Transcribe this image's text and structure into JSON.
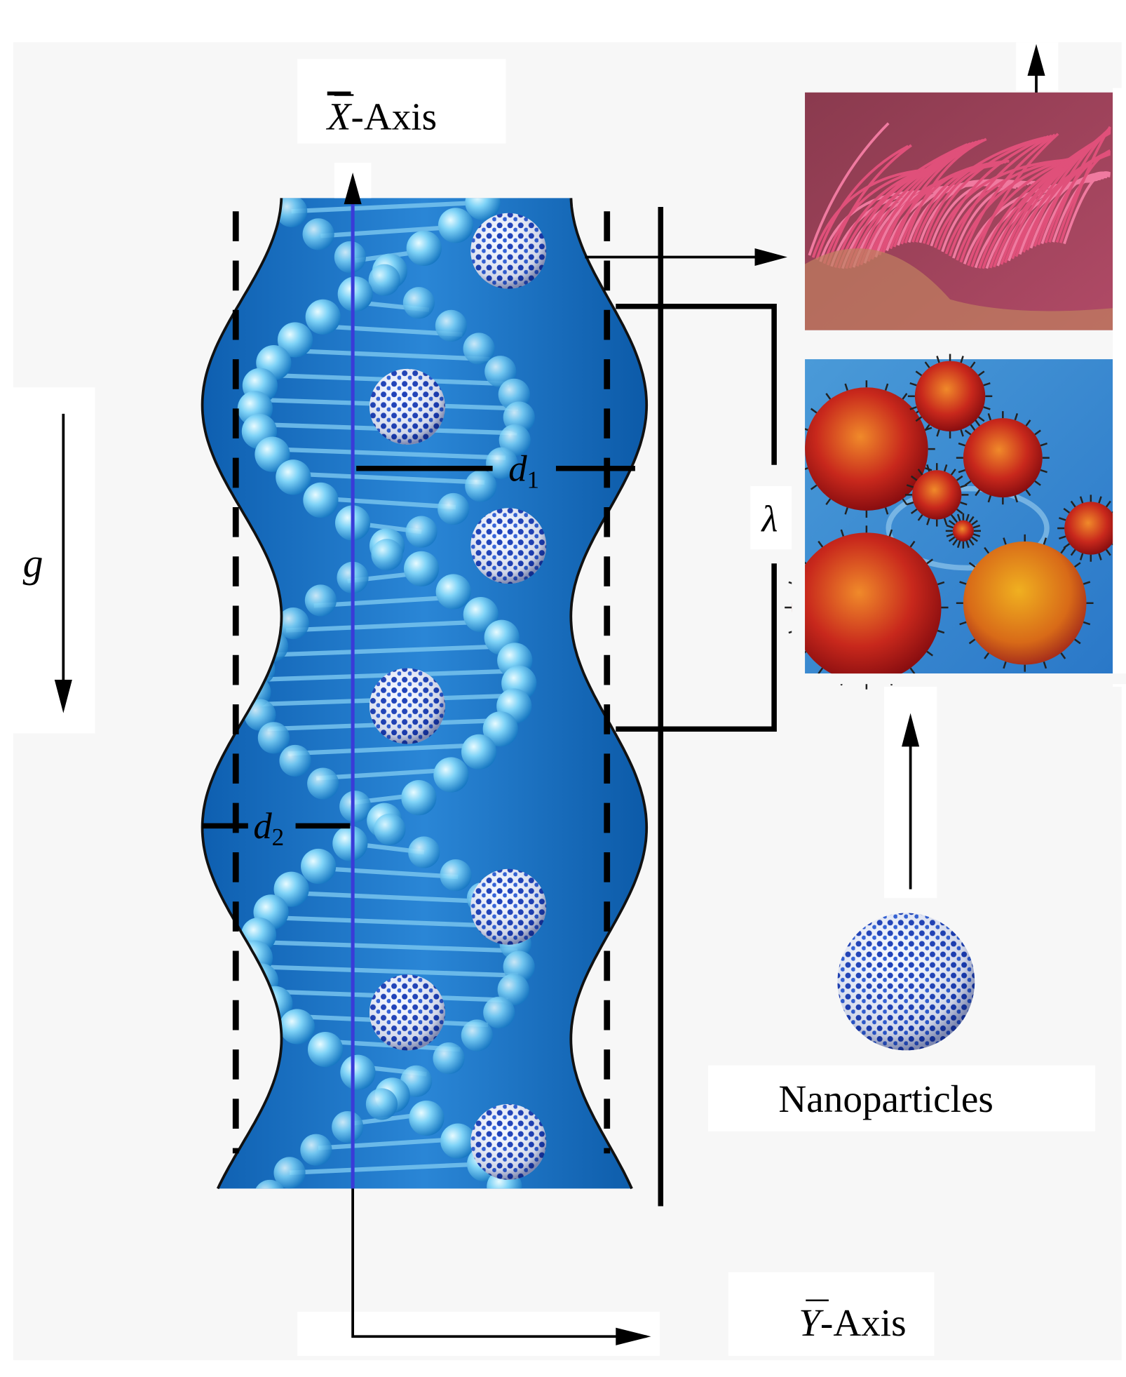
{
  "labels": {
    "x_axis_letter": "X",
    "x_axis_suffix": "-Axis",
    "y_axis_letter": "Y",
    "y_axis_suffix": "-Axis",
    "gravity": "g",
    "d1_letter": "d",
    "d1_sub": "1",
    "d2_letter": "d",
    "d2_sub": "2",
    "wavelength": "λ",
    "nanoparticles": "Nanoparticles"
  },
  "colors": {
    "background": "#f7f7f7",
    "channel_fill": "#1a6fc4",
    "axis_line": "#3a3ad8",
    "cilia": "#c83a5e",
    "virus": "#c0201a"
  }
}
